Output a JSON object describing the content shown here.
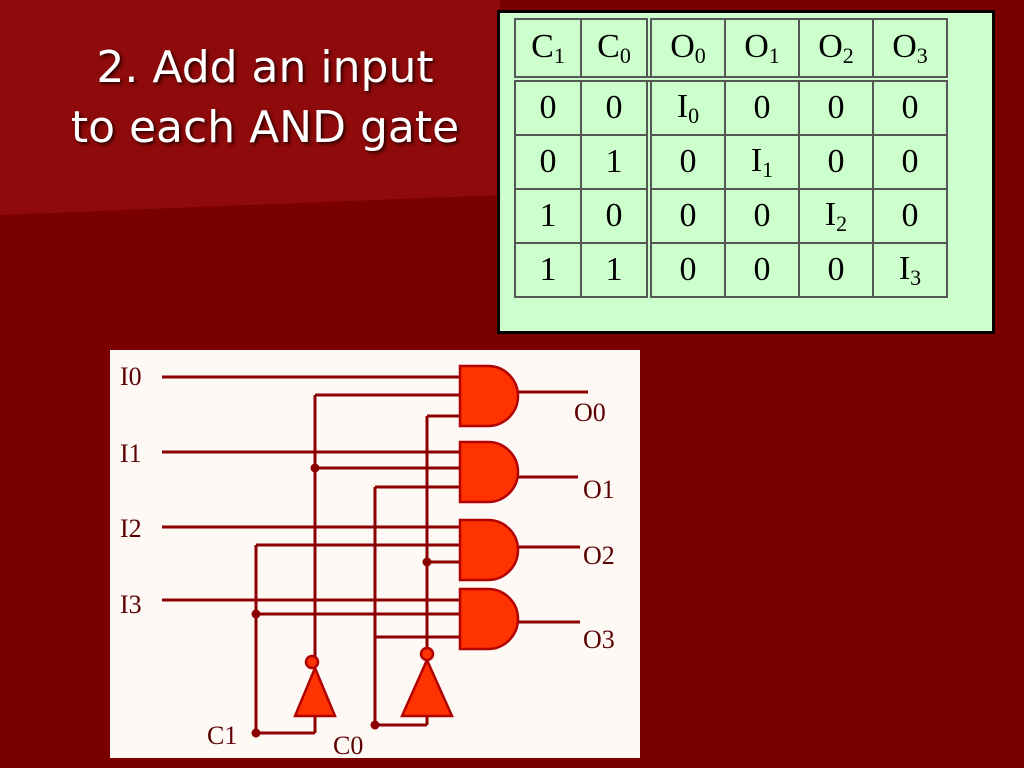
{
  "title": {
    "line1": "2. Add an input",
    "line2": "to each AND gate"
  },
  "truth_table": {
    "headers": [
      {
        "base": "C",
        "sub": "1"
      },
      {
        "base": "C",
        "sub": "0"
      },
      {
        "base": "O",
        "sub": "0"
      },
      {
        "base": "O",
        "sub": "1"
      },
      {
        "base": "O",
        "sub": "2"
      },
      {
        "base": "O",
        "sub": "3"
      }
    ],
    "rows": [
      [
        {
          "base": "0"
        },
        {
          "base": "0"
        },
        {
          "base": "I",
          "sub": "0"
        },
        {
          "base": "0"
        },
        {
          "base": "0"
        },
        {
          "base": "0"
        }
      ],
      [
        {
          "base": "0"
        },
        {
          "base": "1"
        },
        {
          "base": "0"
        },
        {
          "base": "I",
          "sub": "1"
        },
        {
          "base": "0"
        },
        {
          "base": "0"
        }
      ],
      [
        {
          "base": "1"
        },
        {
          "base": "0"
        },
        {
          "base": "0"
        },
        {
          "base": "0"
        },
        {
          "base": "I",
          "sub": "2"
        },
        {
          "base": "0"
        }
      ],
      [
        {
          "base": "1"
        },
        {
          "base": "1"
        },
        {
          "base": "0"
        },
        {
          "base": "0"
        },
        {
          "base": "0"
        },
        {
          "base": "I",
          "sub": "3"
        }
      ]
    ]
  },
  "circuit": {
    "inputs": [
      "I0",
      "I1",
      "I2",
      "I3"
    ],
    "outputs": [
      "O0",
      "O1",
      "O2",
      "O3"
    ],
    "controls": [
      "C1",
      "C0"
    ],
    "colors": {
      "wire": "#8b0000",
      "gate_fill": "#ff3300",
      "gate_stroke": "#b00000",
      "label": "#5a0000"
    }
  },
  "colors": {
    "background": "#7a0000",
    "table_bg": "#ccffcc"
  }
}
